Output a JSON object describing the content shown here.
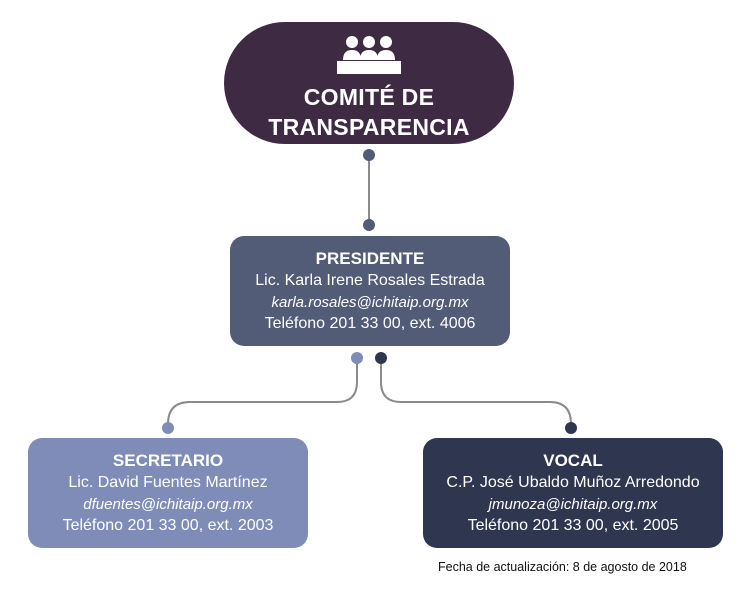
{
  "committee": {
    "title_line1": "COMITÉ DE",
    "title_line2": "TRANSPARENCIA",
    "icon": "group-meeting-icon"
  },
  "president": {
    "role": "PRESIDENTE",
    "name": "Lic. Karla Irene Rosales Estrada",
    "email": "karla.rosales@ichitaip.org.mx",
    "phone": "Teléfono 201 33 00, ext. 4006"
  },
  "secretary": {
    "role": "SECRETARIO",
    "name": "Lic. David Fuentes Martínez",
    "email": "dfuentes@ichitaip.org.mx",
    "phone": "Teléfono 201 33 00, ext. 2003"
  },
  "vocal": {
    "role": "VOCAL",
    "name": "C.P. José Ubaldo Muñoz Arredondo",
    "email": "jmunoza@ichitaip.org.mx",
    "phone": "Teléfono 201 33 00, ext. 2005"
  },
  "footer": {
    "updated": "Fecha de actualización: 8 de agosto de 2018"
  },
  "colors": {
    "committee": "#3f2a44",
    "president": "#525c76",
    "secretary": "#7f8cb7",
    "vocal": "#2f3650",
    "connector": "#8a8a8a"
  }
}
